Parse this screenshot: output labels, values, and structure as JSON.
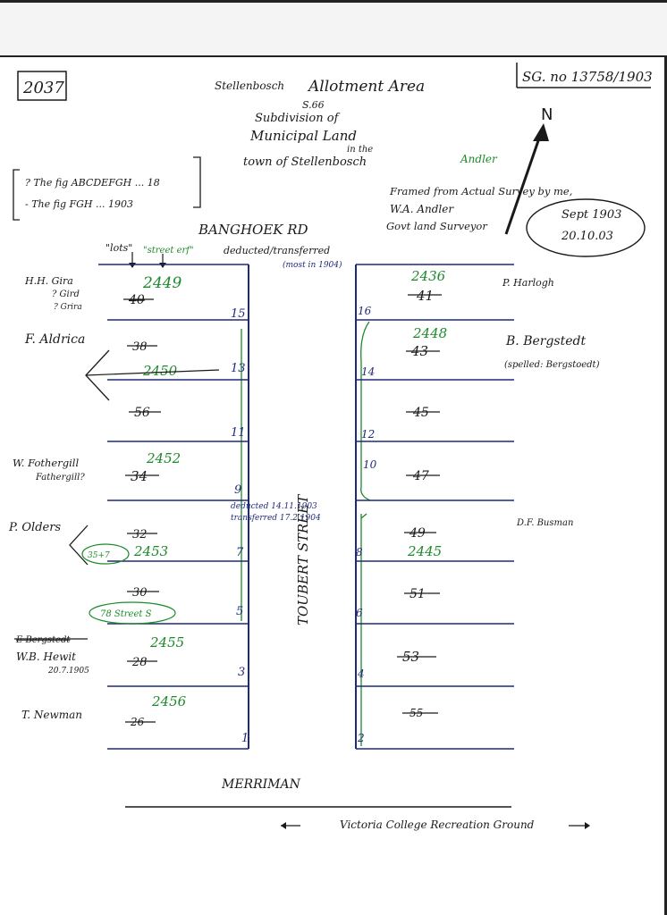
{
  "header": {
    "ref_number": "2037",
    "sg_ref": "SG. no 13758/1903",
    "title_place": "Stellenbosch",
    "title_main": "Allotment Area",
    "title_sub": "S.66",
    "subtitle_line1": "Subdivision of",
    "subtitle_line2": "Municipal Land",
    "subtitle_line3": "in the",
    "subtitle_line4": "town of Stellenbosch",
    "north": "N"
  },
  "figures_note": {
    "line1": "? The fig ABCDEFGH ... 18",
    "line2": "- The fig FGH ... 1903"
  },
  "surveyor": {
    "line1": "Framed from Actual Survey by me,",
    "line2": "W.A. Andler",
    "line3": "Govt land Surveyor",
    "name_correction": "Andler",
    "date1": "Sept 1903",
    "date2": "20.10.03"
  },
  "roads": {
    "top": "BANGHOEK RD",
    "street": "TOUBERT STREET",
    "bottom": "MERRIMAN",
    "bottom_note": "Victoria College Recreation Ground"
  },
  "annotations": {
    "lots_label": "\"lots\"",
    "stand_label": "\"street erf\"",
    "deducted": "deducted/transferred",
    "deducted_date": "(most in 1904)",
    "street_deducted": "deducted 14.11.1903",
    "street_transferred": "transferred 17.2.1904"
  },
  "left_lots": [
    {
      "owner": "H.H. Gira",
      "owner_alt1": "? Gird",
      "owner_alt2": "? Grira",
      "old": "40",
      "new": "2449",
      "lot": "15"
    },
    {
      "owner": "F. Aldrica",
      "old": "38",
      "new": "2450",
      "lot": "13"
    },
    {
      "owner": "",
      "old": "56",
      "new": "",
      "lot": "11"
    },
    {
      "owner": "W. Fothergill",
      "owner_alt1": "Fathergill?",
      "old": "34",
      "new": "2452",
      "lot": "9"
    },
    {
      "owner": "P. Olders",
      "old": "32",
      "new": "2453",
      "lot": "7",
      "extra": "35+7"
    },
    {
      "owner": "",
      "old": "30",
      "new": "",
      "lot": "5",
      "extra": "78 Street S"
    },
    {
      "owner": "W.B. Hewit",
      "owner_alt1": "E Bergstedt",
      "owner_date": "20.7.1905",
      "old": "28",
      "new": "2455",
      "lot": "3"
    },
    {
      "owner": "T. Newman",
      "old": "26",
      "new": "2456",
      "lot": "1"
    }
  ],
  "right_lots": [
    {
      "owner": "P. Harlogh",
      "old": "41",
      "new": "2436",
      "lot": "16"
    },
    {
      "owner": "B. Bergstedt",
      "owner_note": "(spelled: Bergstoedt)",
      "old": "43",
      "new": "2448",
      "lot": "14"
    },
    {
      "owner": "",
      "old": "45",
      "new": "",
      "lot": "12"
    },
    {
      "owner": "",
      "old": "47",
      "new": "",
      "lot": "10"
    },
    {
      "owner": "D.F. Busman",
      "old": "49",
      "new": "2445",
      "lot": "8"
    },
    {
      "owner": "",
      "old": "51",
      "new": "",
      "lot": "6"
    },
    {
      "owner": "",
      "old": "53",
      "new": "",
      "lot": "4"
    },
    {
      "owner": "",
      "old": "55",
      "new": "",
      "lot": "2"
    }
  ],
  "colors": {
    "ink_black": "#1a1a1a",
    "ink_blue": "#1f2a7a",
    "ink_green": "#1c8a2a"
  }
}
